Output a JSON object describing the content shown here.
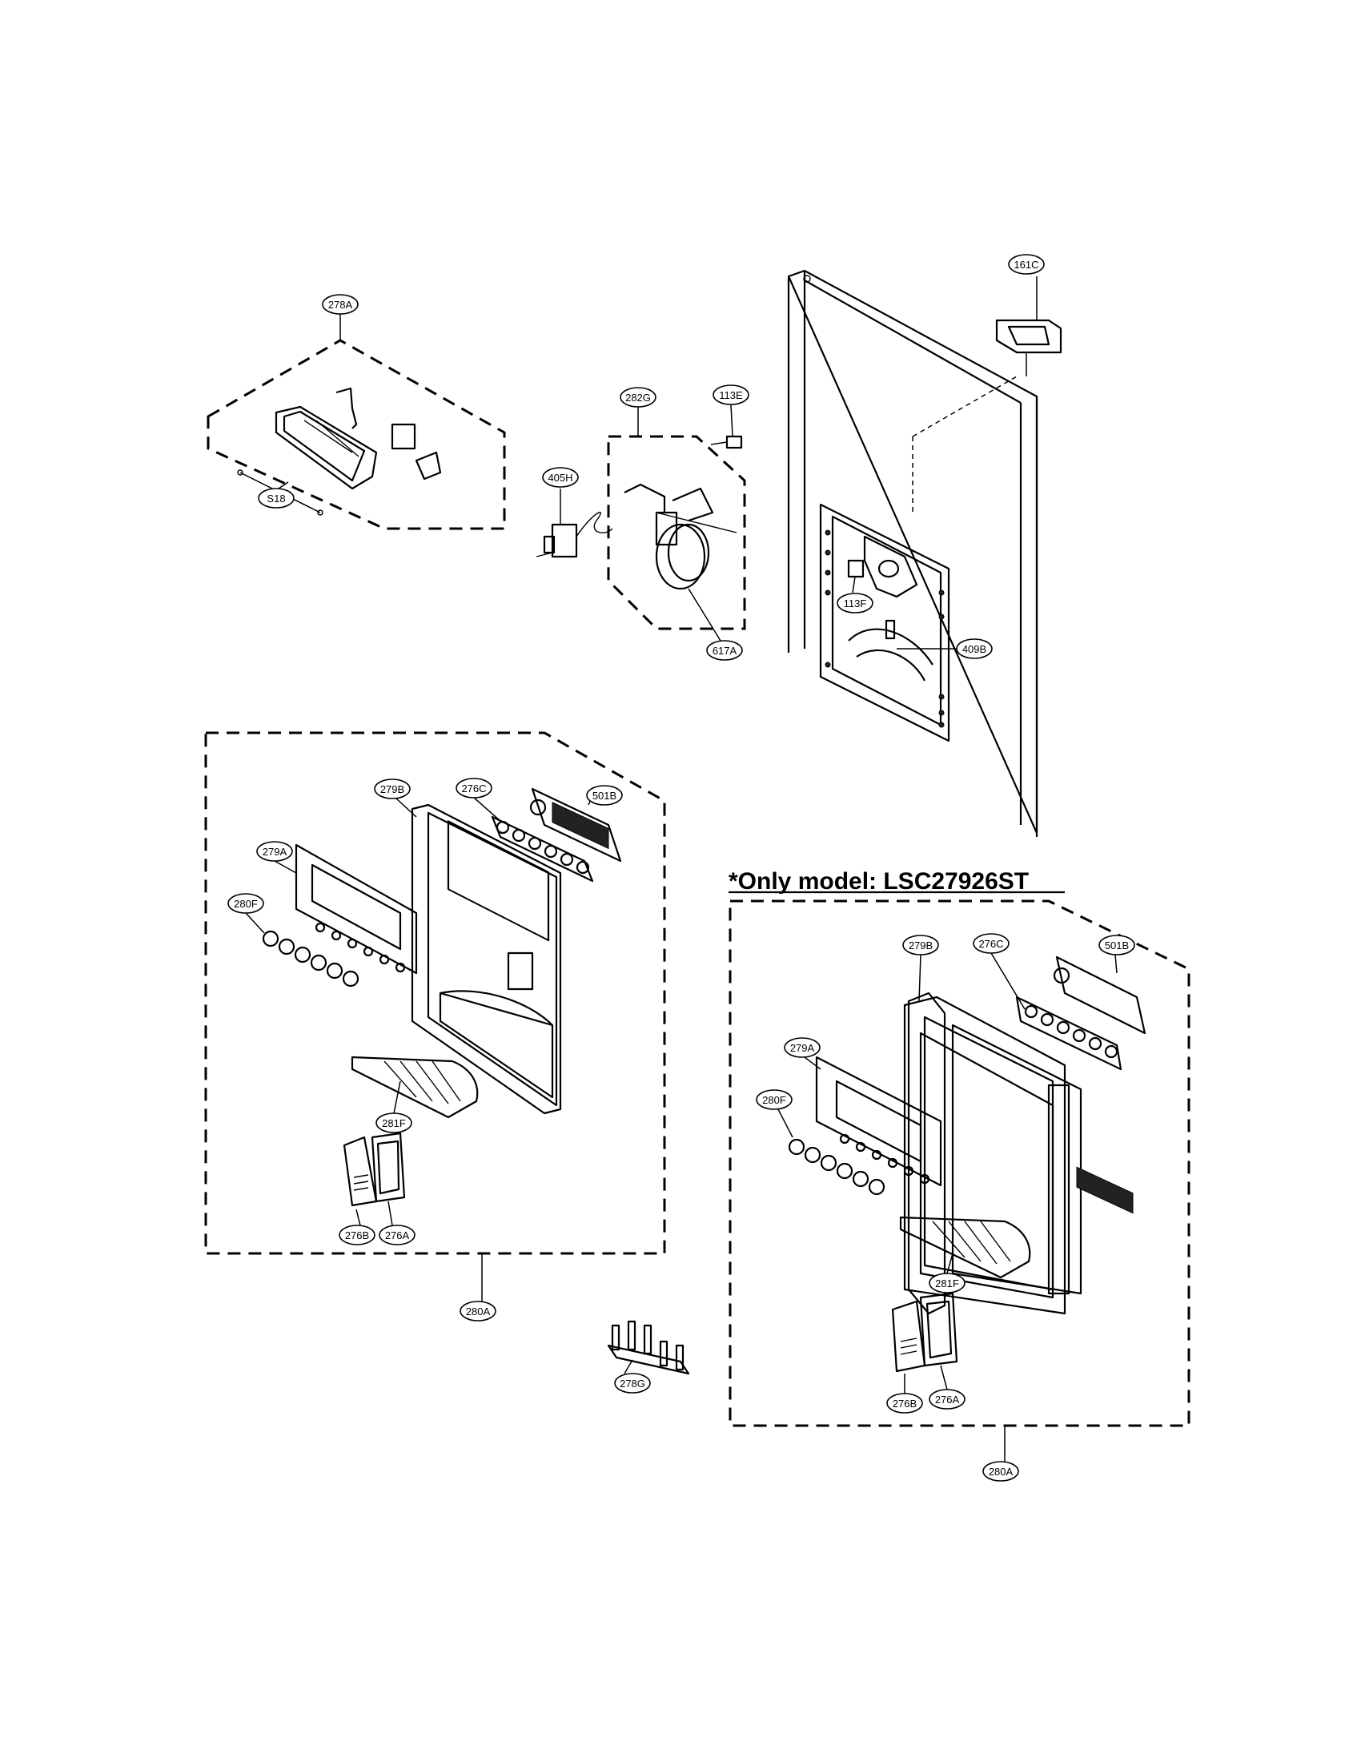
{
  "note": "*Only model: LSC27926ST",
  "labels": {
    "l278A": "278A",
    "lS18": "S18",
    "l282G": "282G",
    "l113E": "113E",
    "l405H": "405H",
    "l617A": "617A",
    "l161C": "161C",
    "l113F": "113F",
    "l409B": "409B",
    "l279B_1": "279B",
    "l276C_1": "276C",
    "l501B_1": "501B",
    "l279A_1": "279A",
    "l280F_1": "280F",
    "l281F_1": "281F",
    "l276B_1": "276B",
    "l276A_1": "276A",
    "l280A_1": "280A",
    "l278G": "278G",
    "l279B_2": "279B",
    "l276C_2": "276C",
    "l501B_2": "501B",
    "l279A_2": "279A",
    "l280F_2": "280F",
    "l281F_2": "281F",
    "l276B_2": "276B",
    "l276A_2": "276A",
    "l280A_2": "280A"
  }
}
